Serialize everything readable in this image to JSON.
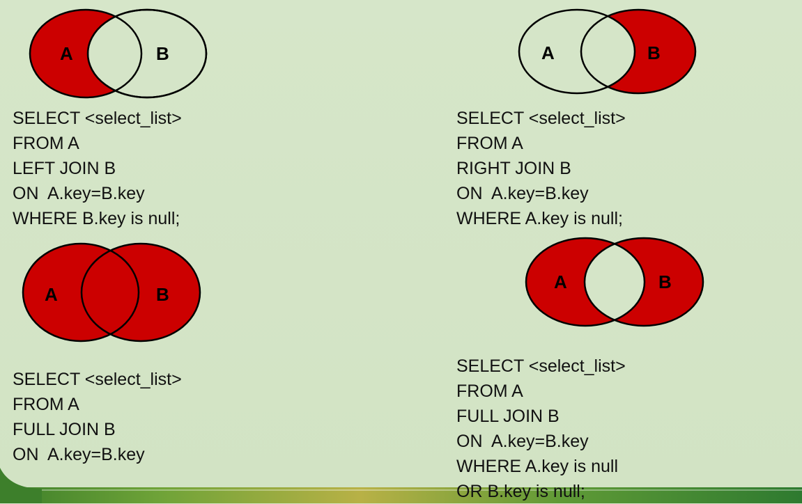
{
  "colors": {
    "background": "#d5e5c8",
    "fill": "#cc0000",
    "empty": "#d5e5c8",
    "stroke": "#000000"
  },
  "panels": [
    {
      "label_a": "A",
      "label_b": "B",
      "highlight": "A only",
      "sql": [
        "SELECT <select_list>",
        "FROM A",
        "LEFT JOIN B",
        "ON  A.key=B.key",
        "WHERE B.key is null;"
      ]
    },
    {
      "label_a": "A",
      "label_b": "B",
      "highlight": "B only",
      "sql": [
        "SELECT <select_list>",
        "FROM A",
        "RIGHT JOIN B",
        "ON  A.key=B.key",
        "WHERE A.key is null;"
      ]
    },
    {
      "label_a": "A",
      "label_b": "B",
      "highlight": "A and B",
      "sql": [
        "SELECT <select_list>",
        "FROM A",
        "FULL JOIN B",
        "ON  A.key=B.key"
      ]
    },
    {
      "label_a": "A",
      "label_b": "B",
      "highlight": "A and B excluding overlap",
      "sql": [
        "SELECT <select_list>",
        "FROM A",
        "FULL JOIN B",
        "ON  A.key=B.key",
        "WHERE A.key is null",
        "OR B.key is null;"
      ]
    }
  ]
}
